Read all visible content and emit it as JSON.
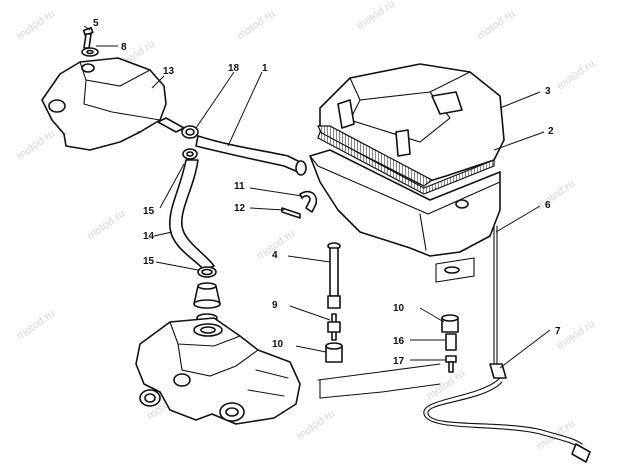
{
  "watermark": "motod.ru",
  "callouts": {
    "c1": "1",
    "c2": "2",
    "c3": "3",
    "c4": "4",
    "c5": "5",
    "c6": "6",
    "c7": "7",
    "c8": "8",
    "c9": "9",
    "c10a": "10",
    "c10b": "10",
    "c11": "11",
    "c12": "12",
    "c13": "13",
    "c14": "14",
    "c15a": "15",
    "c15b": "15",
    "c16": "16",
    "c17": "17",
    "c18": "18"
  }
}
